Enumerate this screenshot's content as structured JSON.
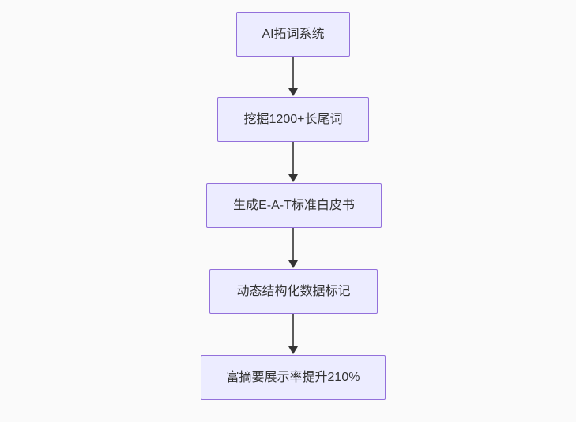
{
  "diagram": {
    "type": "flowchart-top-down",
    "background": "#fafafa",
    "node_fill": "#ececff",
    "node_border": "#9370db",
    "text_color": "#333333",
    "arrow_color": "#333333",
    "arrow_line_color": "#5b5b5b",
    "nodes": [
      {
        "id": "A",
        "label": "AI拓词系统"
      },
      {
        "id": "B",
        "label": "挖掘1200+长尾词"
      },
      {
        "id": "C",
        "label": "生成E-A-T标准白皮书"
      },
      {
        "id": "D",
        "label": "动态结构化数据标记"
      },
      {
        "id": "E",
        "label": "富摘要展示率提升210%"
      }
    ],
    "edges": [
      {
        "from": "A",
        "to": "B"
      },
      {
        "from": "B",
        "to": "C"
      },
      {
        "from": "C",
        "to": "D"
      },
      {
        "from": "D",
        "to": "E"
      }
    ]
  }
}
